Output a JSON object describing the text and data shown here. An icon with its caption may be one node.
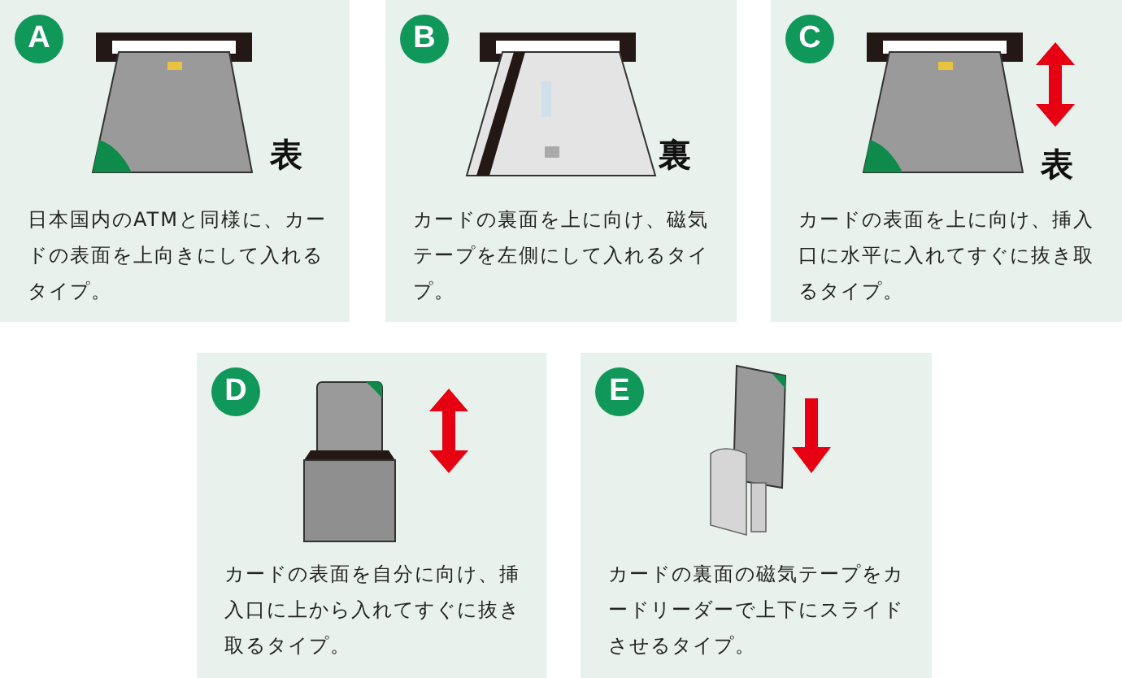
{
  "diagram": {
    "nodes": [
      {
        "text": [
          "A",
          "日本国内のATMと同様に、カードの表面を上向きにして入れるタイプ。"
        ]
      },
      {
        "text": [
          "B",
          "カードの裏面を上に向け、磁気テープを左側にして入れるタイプ。"
        ]
      },
      {
        "text": [
          "C",
          "カードの表面を上に向け、挿入口に水平に入れてすぐに抜き取るタイプ。"
        ]
      },
      {
        "text": [
          "D",
          "カードの表面を自分に向け、挿入口に上から入れてすぐに抜き取るタイプ。"
        ]
      },
      {
        "text": [
          "E",
          "カードの裏面の磁気テープをカードリーダーで上下にスライドさせるタイプ。"
        ]
      }
    ],
    "labels": [
      "表",
      "裏",
      "表"
    ]
  }
}
